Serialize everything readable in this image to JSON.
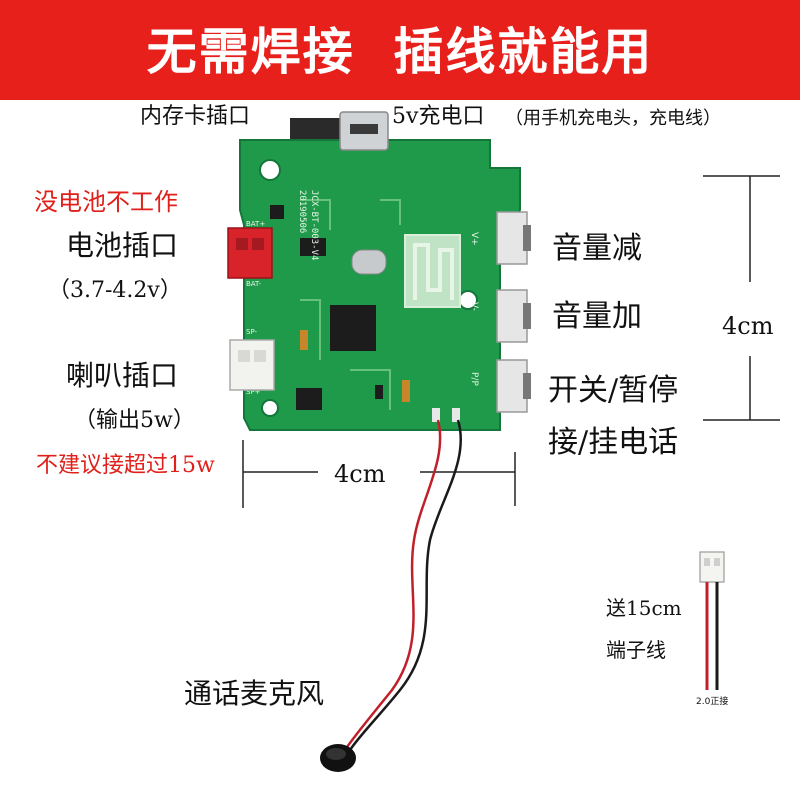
{
  "banner": {
    "title": "无需焊接  插线就能用",
    "color": "#e8201c"
  },
  "labels": {
    "card_slot": "内存卡插口",
    "charge_port": "5v充电口",
    "charge_note": "（用手机充电头，充电线）",
    "no_battery_warning": "没电池不工作",
    "battery_port": "电池插口",
    "battery_voltage": "（3.7-4.2v）",
    "speaker_port": "喇叭插口",
    "speaker_output": "（输出5w）",
    "speaker_warning": "不建议接超过15w",
    "volume_down": "音量减",
    "volume_up": "音量加",
    "power_pause": "开关/暂停",
    "answer_hangup": "接/挂电话",
    "height_dim": "4cm",
    "width_dim": "4cm",
    "microphone": "通话麦克风",
    "cable_gift": "送15cm",
    "terminal_cable": "端子线",
    "connector_note": "2.0正接"
  },
  "pcb": {
    "board_silkscreen": "JCX-BT-003-V4",
    "board_date": "20190506",
    "pin_vplus": "V+",
    "pin_vminus": "V-",
    "pin_pp": "P/P",
    "pin_bat": "BAT-",
    "pin_bat_plus": "BAT+",
    "pin_sp_minus": "SP-",
    "pin_sp_plus": "SP+",
    "board_color": "#1f9a4a",
    "connector_red": "#d8232a",
    "connector_white": "#f2f2ef"
  },
  "icons": [
    "pcb-board-image",
    "microphone-image",
    "terminal-cable-image",
    "dimension-line-icon"
  ]
}
